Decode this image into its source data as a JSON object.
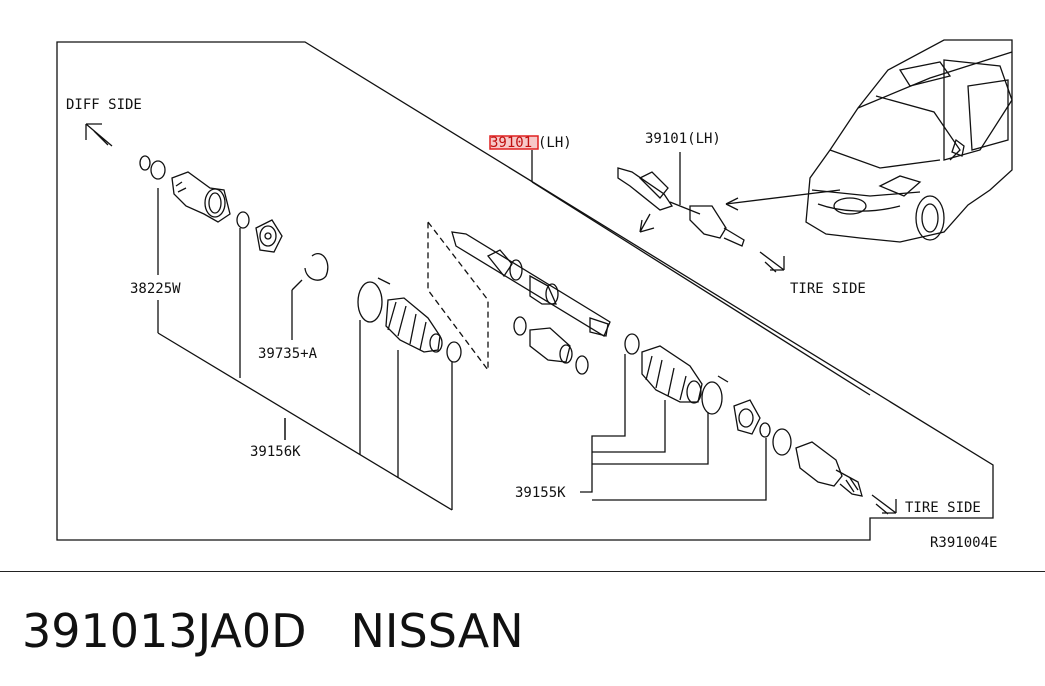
{
  "labels": {
    "diff_side": "DIFF SIDE",
    "tire_side_top": "TIRE SIDE",
    "tire_side_bottom": "TIRE SIDE",
    "part_38225w": "38225W",
    "part_39735a": "39735+A",
    "part_39156k": "39156K",
    "part_39155k": "39155K",
    "part_39101_lh_highlighted": "39101",
    "lh_suffix": "(LH)",
    "part_39101_lh": "39101(LH)",
    "diagram_ref": "R391004E"
  },
  "caption": {
    "part_number": "391013JA0D",
    "brand": "NISSAN"
  },
  "colors": {
    "line": "#111111",
    "highlight": "#e02020",
    "highlight_fill": "#f7c8c8"
  }
}
